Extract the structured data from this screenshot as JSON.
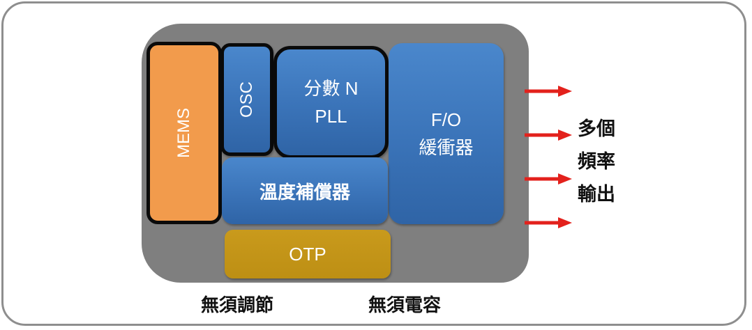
{
  "diagram": {
    "blocks": {
      "mems": "MEMS",
      "osc": "OSC",
      "pll_line1": "分數 N",
      "pll_line2": "PLL",
      "fo_line1": "F/O",
      "fo_line2": "緩衝器",
      "temp": "溫度補償器",
      "otp": "OTP"
    },
    "outputs": {
      "count": 4,
      "label_lines": [
        "多個",
        "頻率",
        "輸出"
      ],
      "arrow_color": "#e3211c"
    },
    "notes": {
      "left": "無須調節",
      "right": "無須電容"
    },
    "colors": {
      "chip": "#7f7f7f",
      "mems": "#f29b4c",
      "blue_block": "#3a73b8",
      "otp": "#c19316"
    }
  }
}
